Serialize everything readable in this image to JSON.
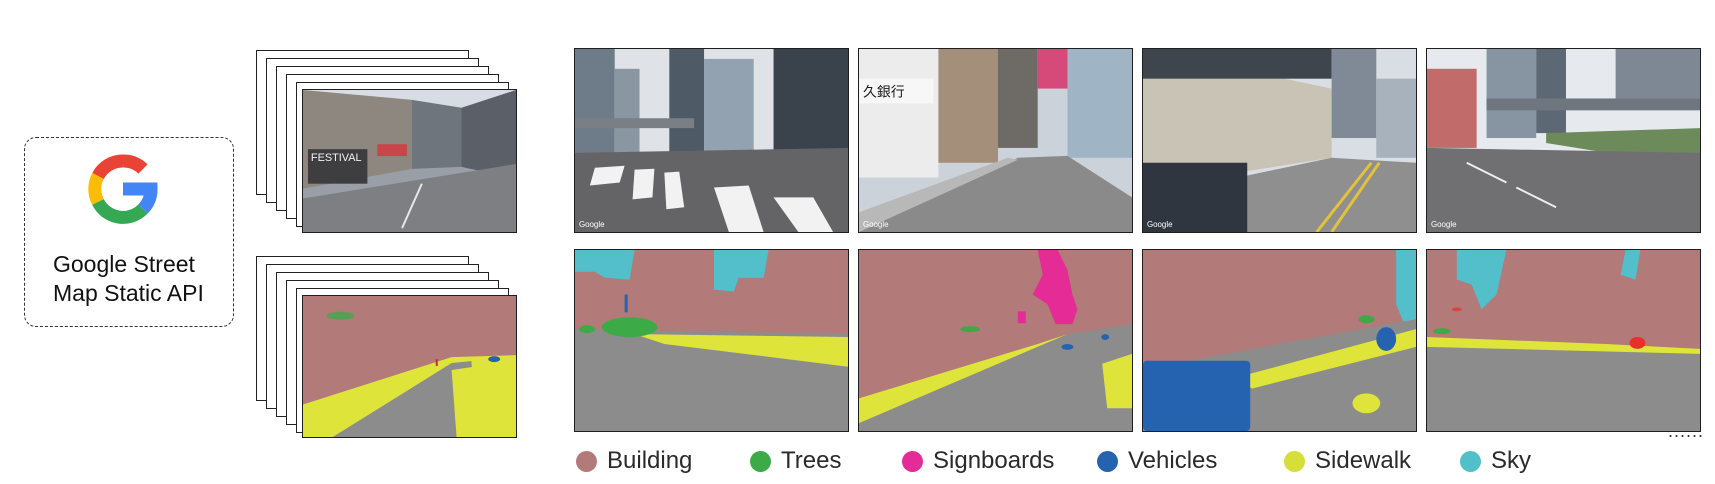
{
  "api": {
    "label_line1": "Google Street",
    "label_line2": "Map Static API",
    "icon": "google-g-logo",
    "logo_colors": [
      "#EA4335",
      "#FBBC05",
      "#34A853",
      "#4285F4"
    ]
  },
  "photo_watermark": "Google",
  "photo_copyright": "© Google",
  "legend": [
    {
      "label": "Building",
      "color": "#B27A78"
    },
    {
      "label": "Trees",
      "color": "#3DAA48"
    },
    {
      "label": "Signboards",
      "color": "#E52B96"
    },
    {
      "label": "Vehicles",
      "color": "#2563B0"
    },
    {
      "label": "Sidewalk",
      "color": "#D6DE3A"
    },
    {
      "label": "Sky",
      "color": "#52BFCB"
    }
  ],
  "seg_colors": {
    "building": "#B27A78",
    "trees": "#3DAA48",
    "signboards": "#E52B96",
    "vehicles": "#2563B0",
    "sidewalk": "#DFE43B",
    "sky": "#52BFCB",
    "road": "#8C8C8C",
    "red_object": "#E8302A"
  },
  "ellipsis": "......"
}
